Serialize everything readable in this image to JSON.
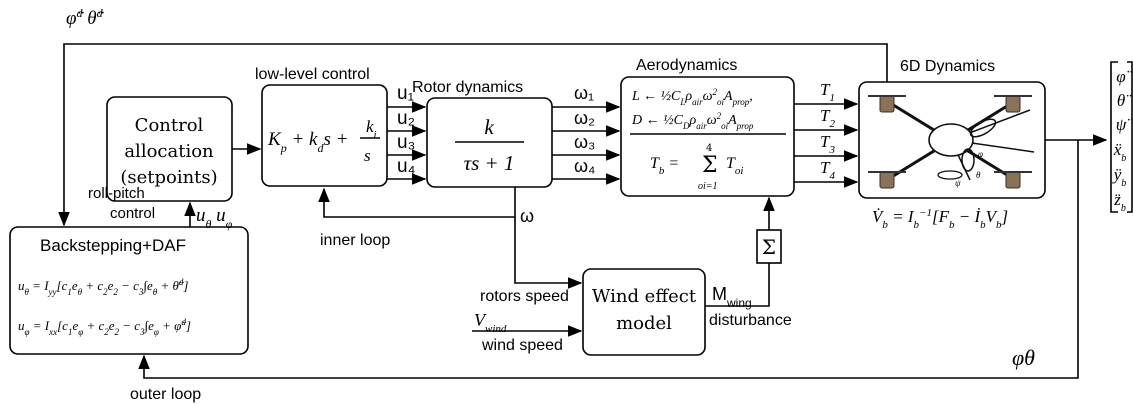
{
  "labels": {
    "ref_top": "φ̈ᵈ θ̈ᵈ",
    "low_level_title": "low-level control",
    "rotor_title": "Rotor dynamics",
    "aero_title": "Aerodynamics",
    "six_d_title": "6D Dynamics",
    "ctrl_alloc_1": "Control",
    "ctrl_alloc_2": "allocation",
    "ctrl_alloc_3": "(setpoints)",
    "pid": "Kₚ + k_d s + kᵢ/s",
    "tf_num": "k",
    "tf_den": "τs + 1",
    "u1": "u₁",
    "u2": "u₂",
    "u3": "u₃",
    "u4": "u₄",
    "w1": "ω₁",
    "w2": "ω₂",
    "w3": "ω₃",
    "w4": "ω₄",
    "T1": "T₁",
    "T2": "T₂",
    "T3": "T₃",
    "T4": "T₄",
    "aero_L": "L ← ½C_L ρ_air ω²_oi A_prop,",
    "aero_D": "D ← ½C_D ρ_air ω²_oi A_prop",
    "aero_Tb": "T_b = Σ⁴_{oi=1} T_oi",
    "dyn_eq": "V̇_b = I_b⁻¹[F_b − İ_b V_b]",
    "states": [
      "φ̈",
      "θ̈",
      "ψ̈",
      "ẍ_b",
      "ÿ_b",
      "z̈_b"
    ],
    "roll_pitch_1": "roll-pitch",
    "roll_pitch_2": "control",
    "u_theta_phi": "u_θ u_φ",
    "backstep_title": "Backstepping+DAF",
    "eq_theta": "u_θ = I_yy[c₁e_θ + c₂e₂ − c₃∫e_θ + θ̈ᵈ]",
    "eq_phi": "u_φ = I_xx[c₁e_φ + c₂e₂ − c₃∫e_φ + φ̈ᵈ]",
    "inner_loop": "inner loop",
    "outer_loop": "outer loop",
    "omega": "ω",
    "rotors_speed": "rotors speed",
    "v_wind": "V_wind",
    "wind_speed": "wind speed",
    "wind_model_1": "Wind effect",
    "wind_model_2": "model",
    "m_wing": "M_wing",
    "disturbance": "disturbance",
    "sum": "Σ",
    "phi_theta": "φθ"
  },
  "colors": {
    "drone_motor": "#8a7258",
    "drone_arm": "#111111"
  }
}
